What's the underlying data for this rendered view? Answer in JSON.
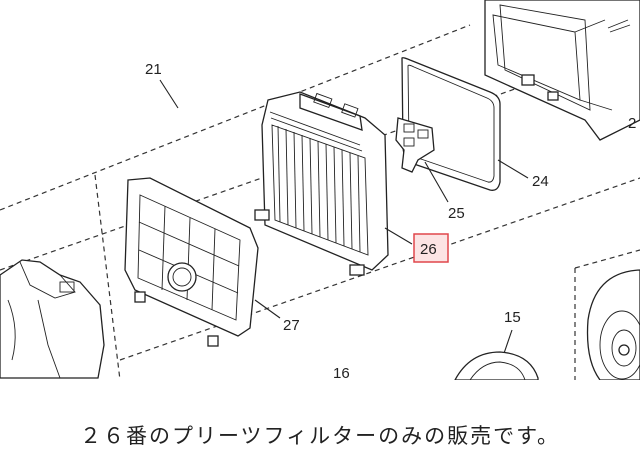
{
  "labels": {
    "p21": "21",
    "p24": "24",
    "p25": "25",
    "p26": "26",
    "p27": "27",
    "p16": "16",
    "p15": "15",
    "p2x": "2"
  },
  "highlight_color": "#e0464b",
  "highlight_fill": "#fce4e4",
  "caption": "２６番のプリーツフィルターのみの販売です。"
}
